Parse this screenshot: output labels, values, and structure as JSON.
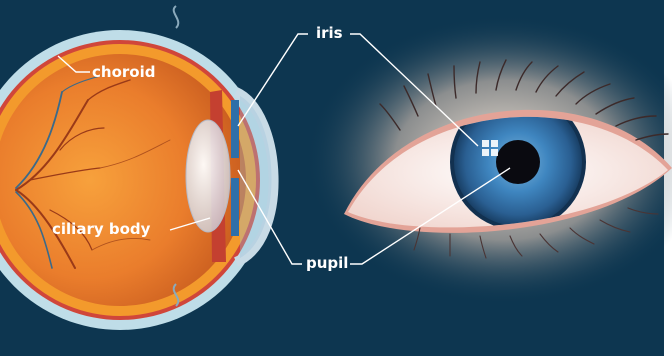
{
  "labels": {
    "choroid": "choroid",
    "ciliary_body": "ciliary body",
    "iris": "iris",
    "pupil": "pupil"
  },
  "colors": {
    "background": "#0d3650",
    "sclera_outer": "#bfdde8",
    "choroid_layer": "#f39a2c",
    "retina_interior": "#e8782a",
    "blood_vessel": "#9a3a18",
    "blood_vessel_blue": "#3a6a8a",
    "iris_blue": "#2f6fa8",
    "pupil": "#0a0a10",
    "label_text": "#ffffff",
    "leader_line": "#ffffff"
  },
  "icons": {
    "cross_section": "eye-cross-section-icon",
    "front_view": "eye-front-view-icon"
  }
}
